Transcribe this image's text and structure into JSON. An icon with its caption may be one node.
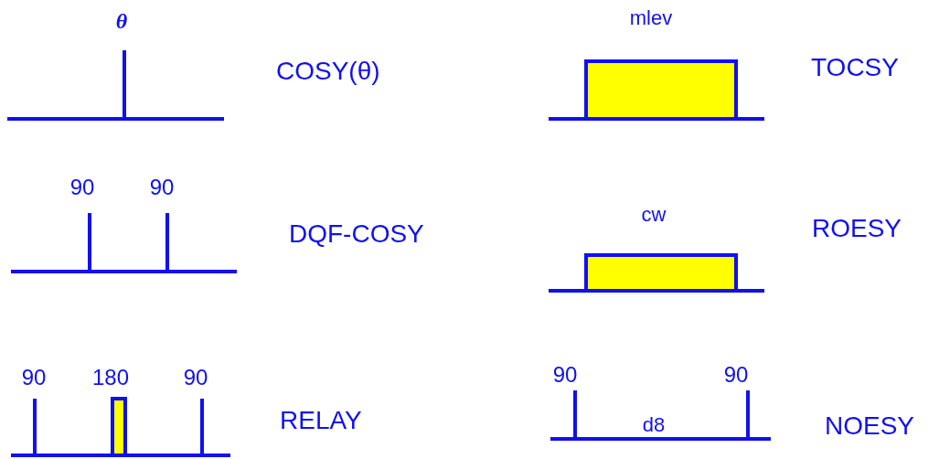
{
  "diagram": {
    "labels": [
      "θ",
      "COSY(θ)",
      "mlev",
      "TOCSY",
      "90",
      "90",
      "DQF-COSY",
      "cw",
      "ROESY",
      "90",
      "180",
      "90",
      "RELAY",
      "90",
      "90",
      "d8",
      "NOESY"
    ]
  }
}
